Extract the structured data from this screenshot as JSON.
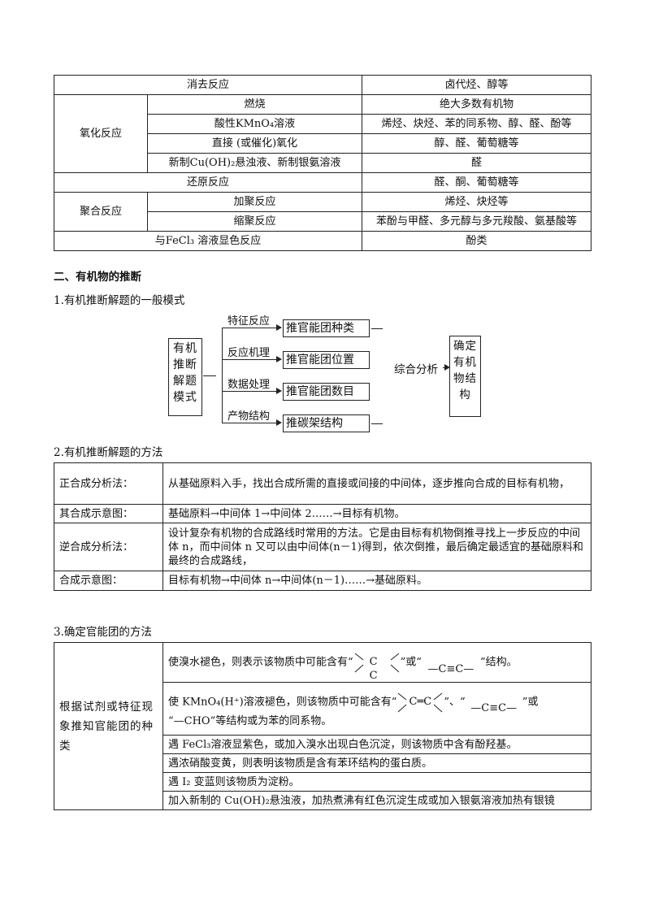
{
  "reaction_table": {
    "rows": [
      {
        "cat": "消去反应",
        "val": "卤代烃、醇等"
      },
      {
        "group": "氧化反应",
        "items": [
          {
            "sub": "燃烧",
            "val": "绝大多数有机物"
          },
          {
            "sub": "酸性KMnO₄溶液",
            "val": "烯烃、炔烃、苯的同系物、醇、醛、酚等"
          },
          {
            "sub": "直接 (或催化)氧化",
            "val": "醇、醛、葡萄糖等"
          },
          {
            "sub": "新制Cu(OH)₂悬浊液、新制银氨溶液",
            "val": "醛"
          }
        ]
      },
      {
        "cat": "还原反应",
        "val": "醛、酮、葡萄糖等"
      },
      {
        "group": "聚合反应",
        "items": [
          {
            "sub": "加聚反应",
            "val": "烯烃、炔烃等"
          },
          {
            "sub": "缩聚反应",
            "val": "苯酚与甲醛、多元醇与多元羧酸、氨基酸等"
          }
        ]
      },
      {
        "cat": "与FeCl₃ 溶液显色反应",
        "val": "酚类"
      }
    ]
  },
  "section2_title": "二、有机物的推断",
  "section2_1_title": "1.有机推断解题的一般模式",
  "diagram": {
    "left_box": [
      "有机",
      "推断",
      "解题",
      "模式"
    ],
    "branches": [
      "特征反应",
      "反应机理",
      "数据处理",
      "产物结构"
    ],
    "targets": [
      "推官能团种类",
      "推官能团位置",
      "推官能团数目",
      "推碳架结构"
    ],
    "middle_label": "综合分析",
    "right_box": [
      "确定",
      "有机",
      "物结",
      "构"
    ]
  },
  "section2_2_title": "2.有机推断解题的方法",
  "method_table": [
    {
      "label": "正合成分析法：",
      "text": "从基础原料入手，找出合成所需的直接或间接的中间体，逐步推向合成的目标有机物，"
    },
    {
      "label": "其合成示意图：",
      "text": "基础原料→中间体 1→中间体 2……→目标有机物。"
    },
    {
      "label": "逆合成分析法：",
      "text": "设计复杂有机物的合成路线时常用的方法。它是由目标有机物倒推寻找上一步反应的中间体 n，而中间体 n 又可以由中间体(n－1)得到，依次倒推，最后确定最适宜的基础原料和最终的合成路线，"
    },
    {
      "label": "合成示意图：",
      "text": "目标有机物→中间体 n→中间体(n－1)……→基础原料。"
    }
  ],
  "section2_3_title": "3.确定官能团的方法",
  "functional_table": {
    "left": "根据试剂或特征现象推知官能团的种类",
    "row1": {
      "pre": "使溴水褪色，则表示该物质中可能含有“",
      "mid": "”或“",
      "post": "”结构。",
      "alkene": "C C",
      "alkyne": "—C≡C—"
    },
    "row2": {
      "pre": "使 KMnO₄(H⁺)溶液褪色，则该物质中可能含有“",
      "mid": "”、“",
      "post": "”或",
      "line2": "“—CHO”等结构或为苯的同系物。",
      "alkene": "C═C",
      "alkyne": "—C≡C—"
    },
    "rows": [
      "遇 FeCl₃溶液显紫色，或加入溴水出现白色沉淀，则该物质中含有酚羟基。",
      "遇浓硝酸变黄，则表明该物质是含有苯环结构的蛋白质。",
      "遇 I₂ 变蓝则该物质为淀粉。",
      "加入新制的 Cu(OH)₂悬浊液，加热煮沸有红色沉淀生成或加入银氨溶液加热有银镜"
    ]
  }
}
